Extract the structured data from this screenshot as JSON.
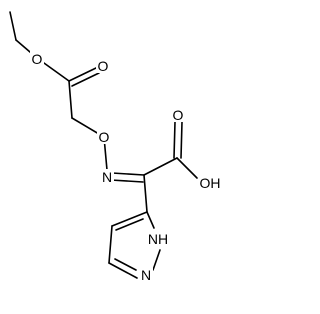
{
  "atoms": {
    "o_ester_carbonyl": "O",
    "o_ester": "O",
    "o_oxime": "O",
    "n_oxime": "N",
    "o_acid_carbonyl": "O",
    "oh_acid": "OH",
    "nh_pyrazole": "NH",
    "n_pyrazole": "N"
  }
}
